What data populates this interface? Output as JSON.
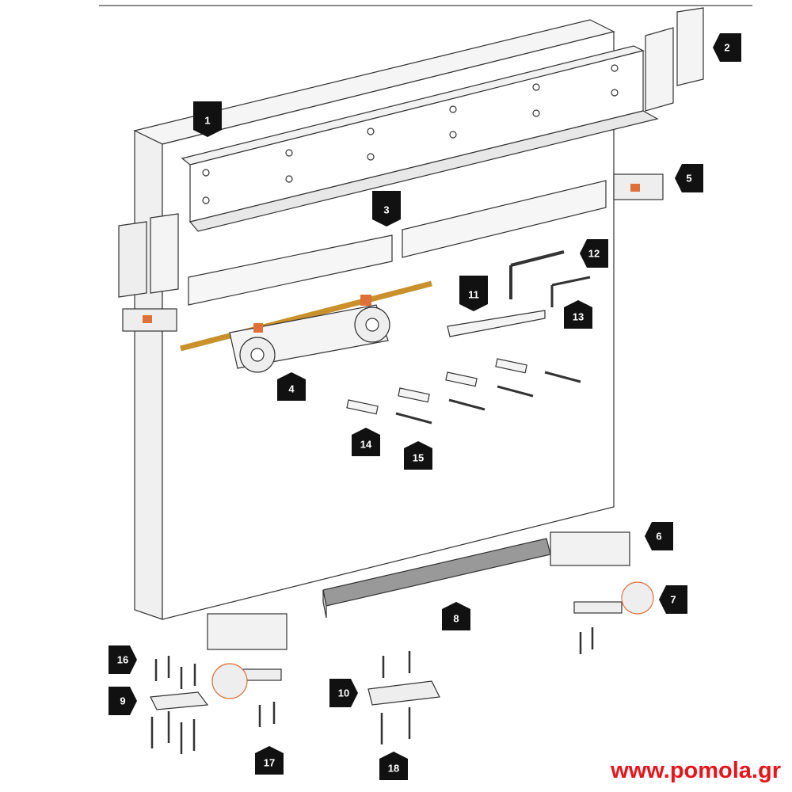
{
  "website": "www.pomola.gr",
  "colors": {
    "brand": "#e8141b",
    "callout": "#111111",
    "accent_rod": "#e8a93a",
    "accent_part": "#e0703a"
  },
  "callouts": [
    "1",
    "2",
    "3",
    "4",
    "5",
    "6",
    "7",
    "8",
    "9",
    "10",
    "11",
    "12",
    "13",
    "14",
    "15",
    "16",
    "17",
    "18"
  ]
}
